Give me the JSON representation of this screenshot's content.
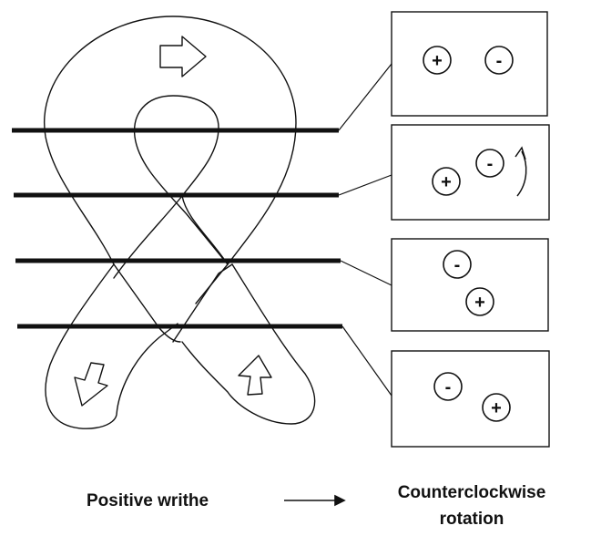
{
  "colors": {
    "ink": "#111111",
    "background": "#ffffff"
  },
  "panels": [
    {
      "signs": [
        "+",
        "-"
      ],
      "rotation_arrow": false
    },
    {
      "signs": [
        "+",
        "-"
      ],
      "rotation_arrow": true
    },
    {
      "signs": [
        "-",
        "+"
      ],
      "rotation_arrow": false
    },
    {
      "signs": [
        "-",
        "+"
      ],
      "rotation_arrow": false
    }
  ],
  "caption": {
    "left": "Positive writhe",
    "right_line1": "Counterclockwise",
    "right_line2": "rotation"
  },
  "icons": {
    "ribbon": "ribbon-loop-icon",
    "direction": "outline-arrow-icon",
    "rotation": "curved-arrow-icon"
  }
}
